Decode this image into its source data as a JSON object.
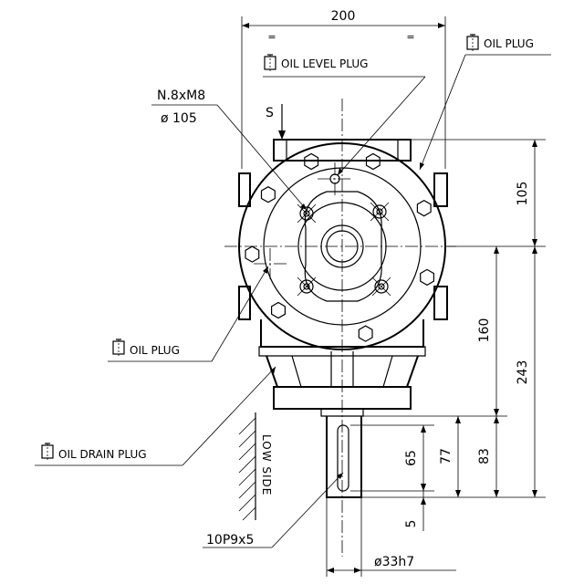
{
  "dimensions": {
    "overall_width": "200",
    "equal_left": "=",
    "equal_right": "=",
    "top_to_center": "105",
    "center_to_shaft_shoulder": "160",
    "center_to_shaft_end": "243",
    "shoulder_to_key_bottom": "83",
    "shaft_length": "77",
    "key_length": "65",
    "key_offset": "5",
    "shaft_diameter": "ø33h7",
    "keyway": "10P9x5",
    "bolt_spec": "N.8xM8",
    "bolt_circle": "ø 105"
  },
  "labels": {
    "oil_level_plug": "OIL LEVEL PLUG",
    "oil_plug_top": "OIL PLUG",
    "oil_plug_left": "OIL PLUG",
    "oil_drain_plug": "OIL DRAIN PLUG",
    "section_marker": "S",
    "low_side": "LOW SIDE"
  }
}
